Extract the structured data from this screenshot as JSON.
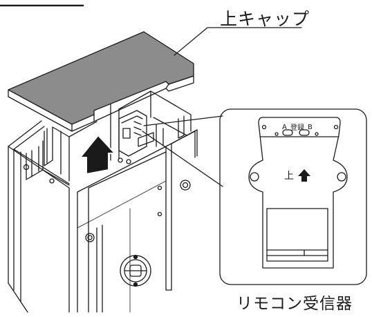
{
  "labels": {
    "top_cap": "上キャップ",
    "remote_receiver": "リモコン受信器",
    "button_a": "A",
    "register": "登録",
    "button_b": "B",
    "up_mark": "上"
  },
  "colors": {
    "cap_fill": "#8c8c8c",
    "line": "#1a1a1a",
    "background": "#ffffff",
    "arrow_fill": "#1a1a1a"
  },
  "icons": {
    "lift_arrow": "up-arrow-icon",
    "up_marker": "up-arrow-icon"
  }
}
